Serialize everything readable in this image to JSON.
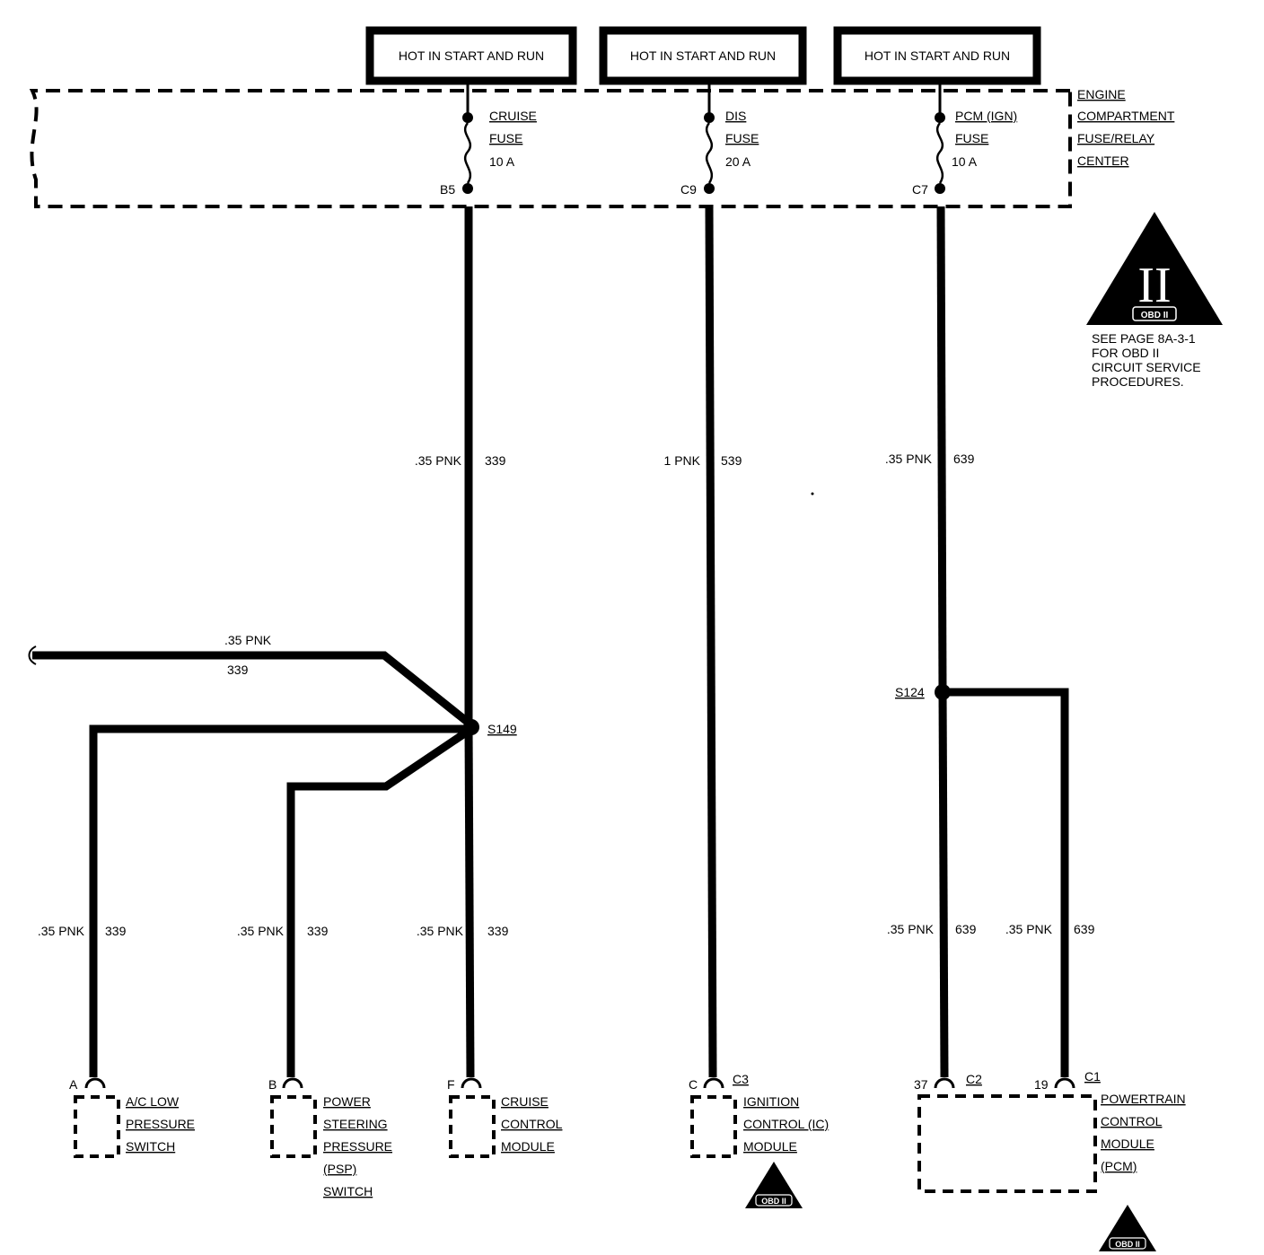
{
  "hot_boxes": [
    "HOT IN START AND RUN",
    "HOT IN START AND RUN",
    "HOT IN START AND RUN"
  ],
  "fuse_center": [
    "ENGINE",
    "COMPARTMENT",
    "FUSE/RELAY",
    "CENTER"
  ],
  "fuses": [
    {
      "name": "CRUISE",
      "word": "FUSE",
      "rating": "10 A",
      "cavity": "B5"
    },
    {
      "name": "DIS",
      "word": "FUSE",
      "rating": "20 A",
      "cavity": "C9"
    },
    {
      "name": "PCM (IGN)",
      "word": "FUSE",
      "rating": "10 A",
      "cavity": "C7"
    }
  ],
  "obd_note": {
    "symbol": "II",
    "badge": "OBD II",
    "lines": [
      "SEE PAGE 8A-3-1",
      "FOR OBD II",
      "CIRCUIT SERVICE",
      "PROCEDURES."
    ]
  },
  "wires": {
    "cruise_feed": {
      "gauge_color": ".35 PNK",
      "circuit": "339"
    },
    "dis_feed": {
      "gauge_color": "1 PNK",
      "circuit": "539"
    },
    "pcm_feed": {
      "gauge_color": ".35 PNK",
      "circuit": "639"
    },
    "left_branch": {
      "gauge_color": ".35 PNK",
      "circuit": "339"
    },
    "ac_branch": {
      "gauge_color": ".35 PNK",
      "circuit": "339"
    },
    "psp_branch": {
      "gauge_color": ".35 PNK",
      "circuit": "339"
    },
    "ccm_branch": {
      "gauge_color": ".35 PNK",
      "circuit": "339"
    },
    "pcm_c2_branch": {
      "gauge_color": ".35 PNK",
      "circuit": "639"
    },
    "pcm_c1_branch": {
      "gauge_color": ".35 PNK",
      "circuit": "639"
    }
  },
  "splices": {
    "s149": "S149",
    "s124": "S124"
  },
  "components": {
    "ac_switch": {
      "pin": "A",
      "lines": [
        "A/C LOW",
        "PRESSURE",
        "SWITCH"
      ]
    },
    "psp_switch": {
      "pin": "B",
      "lines": [
        "POWER",
        "STEERING",
        "PRESSURE",
        "(PSP)",
        "SWITCH"
      ]
    },
    "cruise_module": {
      "pin": "F",
      "lines": [
        "CRUISE",
        "CONTROL",
        "MODULE"
      ]
    },
    "ignition_module": {
      "pin": "C",
      "connector": "C3",
      "lines": [
        "IGNITION",
        "CONTROL (IC)",
        "MODULE"
      ],
      "badge": "OBD II"
    },
    "pcm": {
      "pin_a": "37",
      "connector_a": "C2",
      "pin_b": "19",
      "connector_b": "C1",
      "lines": [
        "POWERTRAIN",
        "CONTROL",
        "MODULE",
        "(PCM)"
      ],
      "badge": "OBD II"
    }
  }
}
